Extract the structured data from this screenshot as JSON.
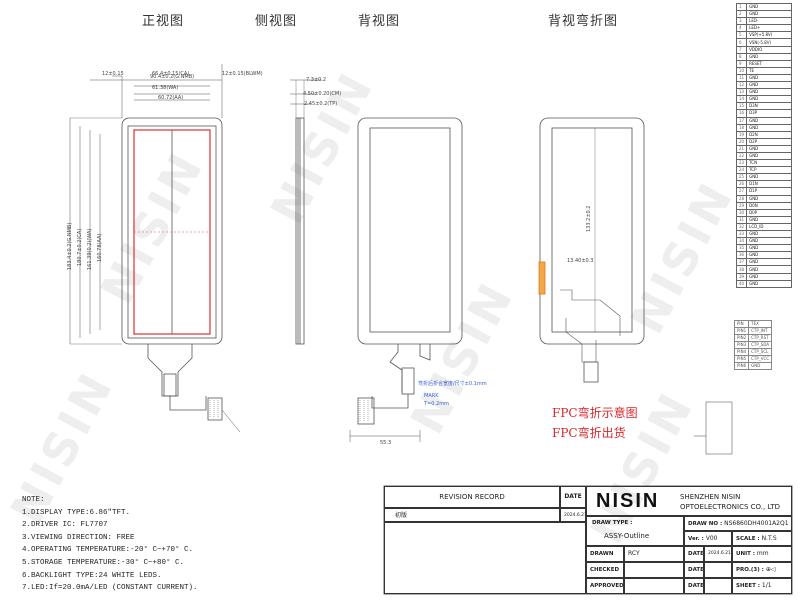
{
  "view_titles": {
    "front": "正视图",
    "side": "侧视图",
    "back": "背视图",
    "back_bent": "背视弯折图"
  },
  "watermark": "NISIN",
  "dimensions": {
    "front_top1": "90.4±0.2(G.NMB)",
    "front_top2": "12±0.15",
    "front_top3": "66.4±0.15(CA)",
    "front_top4": "12±0.15(BLWM)",
    "front_top5": "61.38(WA)",
    "front_top6": "60.72(AA)",
    "front_left1": "183.4±0.2(G.NMB)",
    "front_left2": "180.7±0.2(CA)",
    "front_left3": "161.39(0.2)(WA)",
    "front_left4": "160.78(AA)",
    "side_top1": "7.3±0.2",
    "side_top2": "4.50±0.20(CM)",
    "side_top3": "2.45±0.2(TP)",
    "back_bottom": "55.3",
    "bent_height": "133.2±0.2",
    "bent_mark": "13.40±0.3"
  },
  "pin_table": {
    "pins": [
      [
        "1",
        "GND"
      ],
      [
        "2",
        "GND"
      ],
      [
        "3",
        "LED-"
      ],
      [
        "4",
        "LED+"
      ],
      [
        "5",
        "VSP(+5.8V)"
      ],
      [
        "6",
        "VSN(-5.8V)"
      ],
      [
        "7",
        "VDDIO"
      ],
      [
        "8",
        "GND"
      ],
      [
        "9",
        "RESET"
      ],
      [
        "10",
        "TE"
      ],
      [
        "11",
        "GND"
      ],
      [
        "12",
        "GND"
      ],
      [
        "13",
        "GND"
      ],
      [
        "14",
        "GND"
      ],
      [
        "15",
        "D3N"
      ],
      [
        "16",
        "D3P"
      ],
      [
        "17",
        "GND"
      ],
      [
        "18",
        "GND"
      ],
      [
        "19",
        "D2N"
      ],
      [
        "20",
        "D2P"
      ],
      [
        "21",
        "GND"
      ],
      [
        "22",
        "GND"
      ],
      [
        "23",
        "TCN"
      ],
      [
        "24",
        "TCP"
      ],
      [
        "25",
        "GND"
      ],
      [
        "26",
        "D1N"
      ],
      [
        "27",
        "D1P"
      ],
      [
        "28",
        "GND"
      ],
      [
        "29",
        "D0N"
      ],
      [
        "30",
        "D0P"
      ],
      [
        "31",
        "GND"
      ],
      [
        "32",
        "LCD_ID"
      ],
      [
        "33",
        "GND"
      ],
      [
        "34",
        "GND"
      ],
      [
        "35",
        "GND"
      ],
      [
        "36",
        "GND"
      ],
      [
        "37",
        "GND"
      ],
      [
        "38",
        "GND"
      ],
      [
        "39",
        "GND"
      ],
      [
        "40",
        "GND"
      ]
    ]
  },
  "fpc_table": {
    "rows": [
      [
        "PIN",
        "TEX"
      ],
      [
        "PIN1",
        "CTP_INT"
      ],
      [
        "PIN2",
        "CTP_RST"
      ],
      [
        "PIN3",
        "CTP_SDA"
      ],
      [
        "PIN4",
        "CTP_SCL"
      ],
      [
        "PIN5",
        "CTP_VCC"
      ],
      [
        "PIN6",
        "GND"
      ]
    ]
  },
  "annotations": {
    "red1": "FPC弯折示意图",
    "red2": "FPC弯折出货",
    "blue1": "弯折后折合宽度/尺寸±0.1mm",
    "blue2": "MARK",
    "blue3": "T=0.2mm"
  },
  "notes": {
    "header": "NOTE:",
    "items": [
      "1.DISPLAY TYPE:6.86\"TFT.",
      "2.DRIVER IC: FL7707",
      "3.VIEWING DIRECTION: FREE",
      "4.OPERATING TEMPERATURE:-20° C~+70° C.",
      "5.STORAGE TEMPERATURE:-30° C~+80° C.",
      "6.BACKLIGHT TYPE:24 WHITE LEDS.",
      "7.LED:If=20.0mA/LED (CONSTANT CURRENT)."
    ]
  },
  "title_block": {
    "revision_record": "REVISION RECORD",
    "date_header": "DATE",
    "rev_entry": "初版",
    "rev_date": "2024.6.21",
    "logo": "NISIN",
    "company_line1": "SHENZHEN NISIN",
    "company_line2": "OPTOELECTRONICS CO., LTD",
    "draw_type_label": "DRAW TYPE :",
    "draw_type_value": "ASSY-Outline",
    "draw_no_label": "DRAW NO :",
    "draw_no_value": "NS6860DH4001A2Q1",
    "ver_label": "Ver. :",
    "ver_value": "V00",
    "scale_label": "SCALE :",
    "scale_value": "N.T.S",
    "drawn_label": "DRAWN",
    "drawn_value": "RCY",
    "checked_label": "CHECKED",
    "approved_label": "APPROVED",
    "date_label": "DATE",
    "drawn_date": "2024.6.21",
    "unit_label": "UNIT :",
    "unit_value": "mm",
    "proj_label": "PRO.(3) :",
    "sheet_label": "SHEET :",
    "sheet_value": "1/1"
  }
}
